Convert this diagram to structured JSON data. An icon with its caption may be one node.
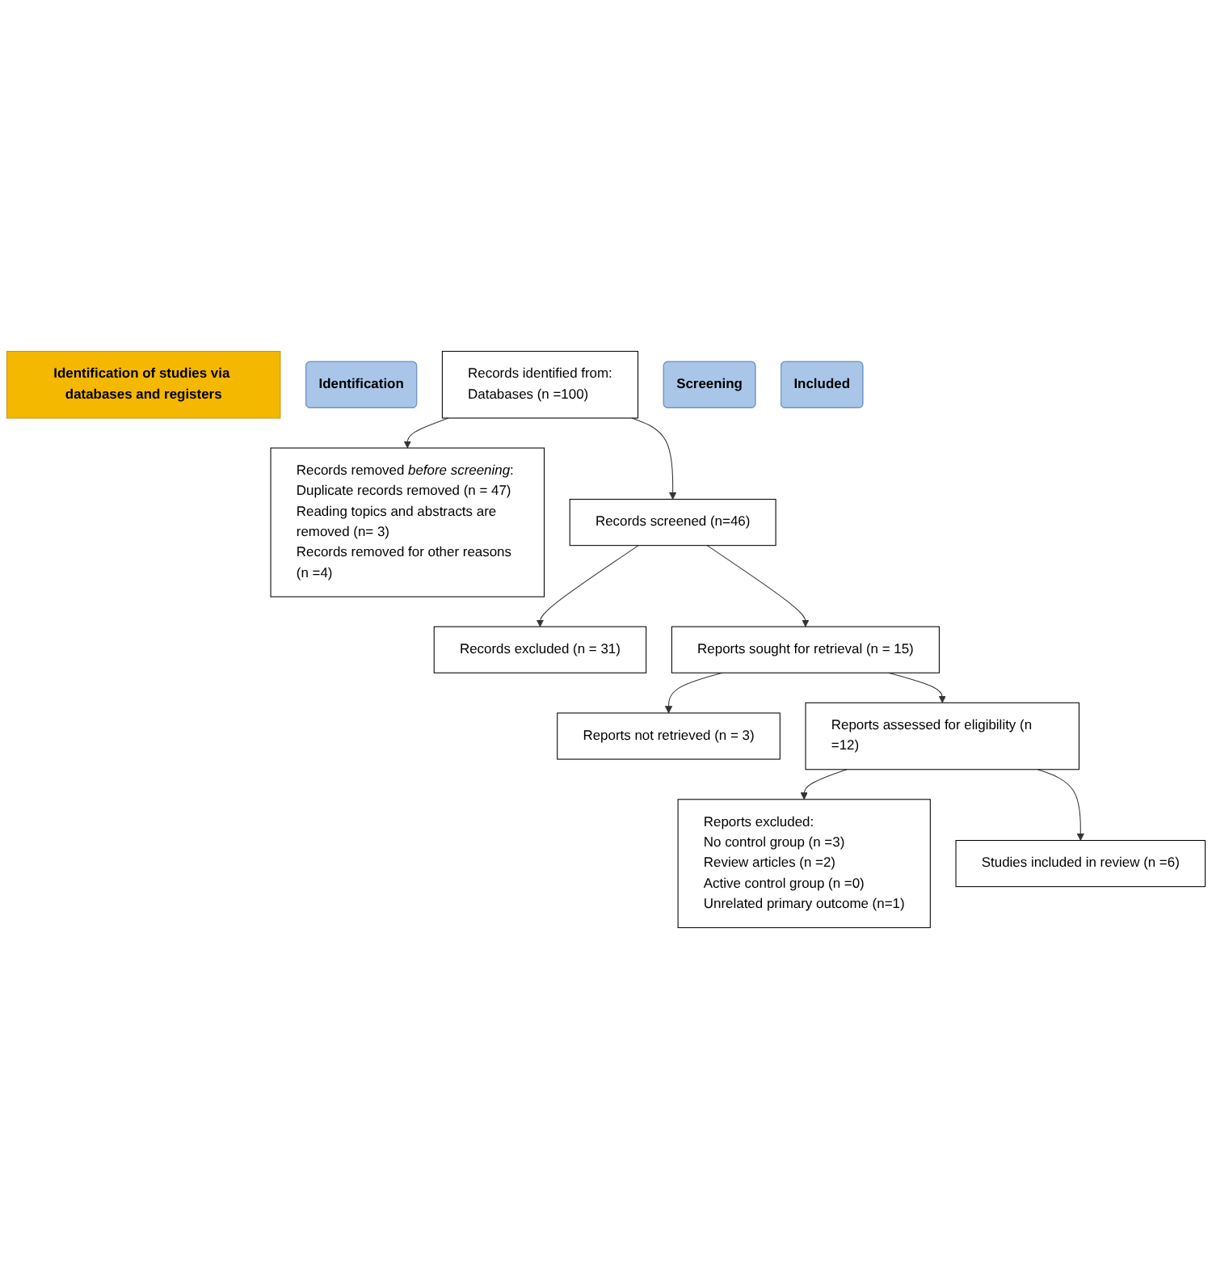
{
  "diagram": {
    "nodes": [
      {
        "text": [
          "Identification of studies via databases and registers"
        ]
      },
      {
        "text": [
          "Identification"
        ]
      },
      {
        "text": [
          "Records identified from:",
          "Databases (n =100)"
        ]
      },
      {
        "text": [
          "Records removed *before screening*:",
          "Duplicate records removed (n = 47)",
          "Reading topics and abstracts are removed (n= 3)",
          "Records removed for other reasons (n =4)"
        ]
      },
      {
        "text": [
          "Screening"
        ]
      },
      {
        "text": [
          "Records screened (n=46)"
        ]
      },
      {
        "text": [
          "Records excluded (n = 31)"
        ]
      },
      {
        "text": [
          "Reports sought for retrieval (n = 15)"
        ]
      },
      {
        "text": [
          "Reports not retrieved (n = 3)"
        ]
      },
      {
        "text": [
          "Reports assessed for eligibility (n =12)"
        ]
      },
      {
        "text": [
          "Reports excluded:",
          "No control group (n =3)",
          "Review articles (n =2)",
          "Active control group (n =0)",
          "Unrelated primary outcome (n=1)"
        ]
      },
      {
        "text": [
          "Included"
        ]
      },
      {
        "text": [
          "Studies included in review (n =6)"
        ]
      }
    ],
    "edges": [
      {
        "from": 2,
        "to": 3,
        "arrow": "to"
      },
      {
        "from": 2,
        "to": 5,
        "arrow": "to"
      },
      {
        "from": 5,
        "to": 6,
        "arrow": "to"
      },
      {
        "from": 5,
        "to": 7,
        "arrow": "to"
      },
      {
        "from": 7,
        "to": 8,
        "arrow": "to"
      },
      {
        "from": 7,
        "to": 9,
        "arrow": "to"
      },
      {
        "from": 9,
        "to": 10,
        "arrow": "to"
      },
      {
        "from": 9,
        "to": 12,
        "arrow": "to"
      }
    ]
  }
}
